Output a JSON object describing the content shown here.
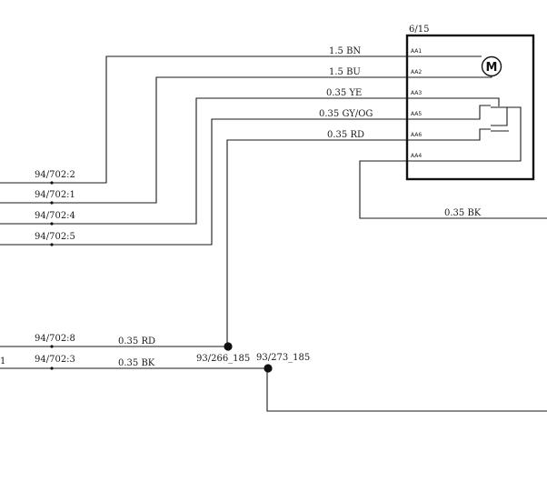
{
  "component": {
    "ref": "6/15",
    "motor_symbol": "M",
    "pins": [
      "AA1",
      "AA2",
      "AA3",
      "AA5",
      "AA6",
      "AA4"
    ]
  },
  "wires": [
    {
      "spec": "1.5 BN"
    },
    {
      "spec": "1.5 BU"
    },
    {
      "spec": "0.35 YE"
    },
    {
      "spec": "0.35 GY/OG"
    },
    {
      "spec": "0.35 RD"
    },
    {
      "spec": "0.35 BK"
    }
  ],
  "connectors": [
    "94/702:2",
    "94/702:1",
    "94/702:4",
    "94/702:5",
    "94/702:8",
    "94/702:3"
  ],
  "bottom": {
    "rd_spec": "0.35 RD",
    "bk_spec": "0.35 BK",
    "splice_1": "93/266_185",
    "splice_2": "93/273_185",
    "left_edge_mark": "1"
  }
}
